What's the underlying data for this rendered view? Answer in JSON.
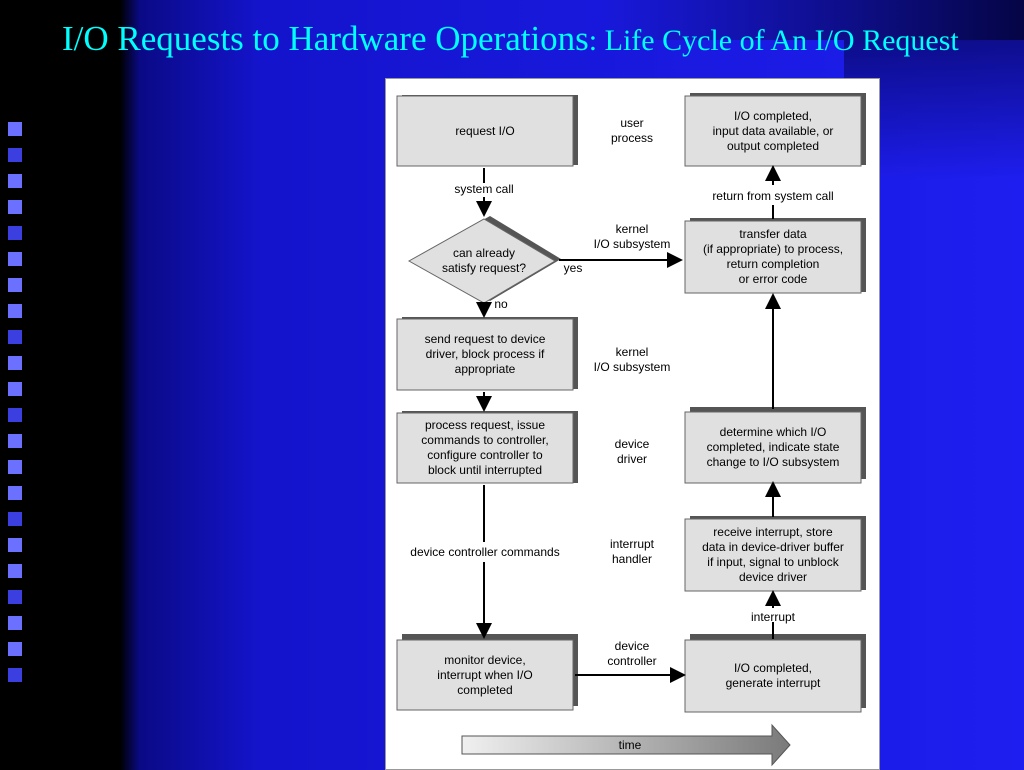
{
  "slide": {
    "title_main": "I/O Requests to Hardware Operations",
    "title_tail": ": Life Cycle of An I/O Request"
  },
  "diagram": {
    "left_boxes": {
      "request": "request I/O",
      "send": "send request to device\ndriver, block process if\nappropriate",
      "process": "process request, issue\ncommands to controller,\nconfigure controller to\nblock until interrupted",
      "monitor": "monitor device,\ninterrupt when I/O\ncompleted"
    },
    "decision": "can already\nsatisfy request?",
    "right_boxes": {
      "completed": "I/O completed,\ninput data available, or\noutput completed",
      "transfer": "transfer data\n(if appropriate) to process,\nreturn completion\nor error code",
      "determine": "determine which I/O\ncompleted, indicate state\nchange to I/O subsystem",
      "receive": "receive interrupt, store\ndata in device-driver buffer\nif input, signal to unblock\ndevice driver",
      "gen": "I/O completed,\ngenerate interrupt"
    },
    "layers": {
      "user": "user\nprocess",
      "kernel1": "kernel\nI/O subsystem",
      "kernel2": "kernel\nI/O subsystem",
      "driver": "device\ndriver",
      "interrupt": "interrupt\nhandler",
      "controller": "device\ncontroller"
    },
    "edges": {
      "system_call": "system call",
      "yes": "yes",
      "no": "no",
      "return_call": "return from system call",
      "controller_cmds": "device controller commands",
      "interrupt": "interrupt"
    },
    "time": "time"
  }
}
